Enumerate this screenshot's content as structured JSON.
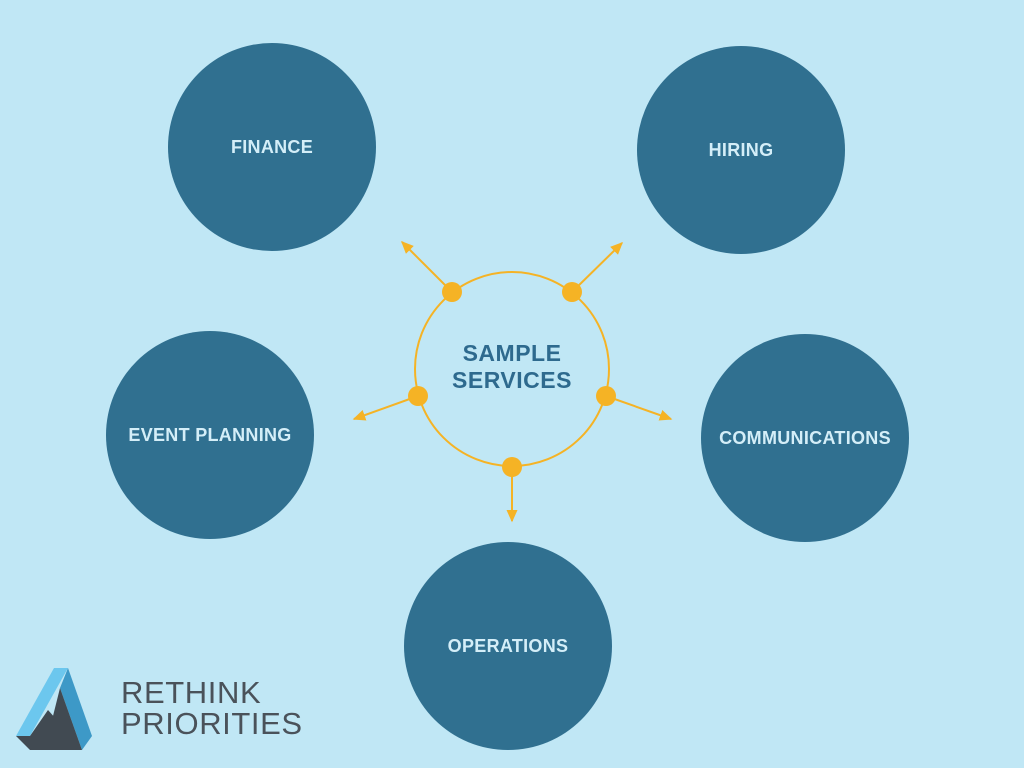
{
  "colors": {
    "background": "#c0e7f5",
    "node_fill": "#307090",
    "node_text": "#d4eef8",
    "center_text": "#2e6a8e",
    "connector": "#f5b325",
    "logo_light": "#6cc7ee",
    "logo_mid": "#3d99c7",
    "logo_dark": "#414a52",
    "logo_text": "#4a525a"
  },
  "center": {
    "line1": "SAMPLE",
    "line2": "SERVICES"
  },
  "nodes": {
    "finance": "FINANCE",
    "hiring": "HIRING",
    "event_planning": "EVENT PLANNING",
    "communications": "COMMUNICATIONS",
    "operations": "OPERATIONS"
  },
  "logo": {
    "line1": "RETHINK",
    "line2": "PRIORITIES",
    "mark_icon": "rethink-priorities-logo-icon"
  }
}
